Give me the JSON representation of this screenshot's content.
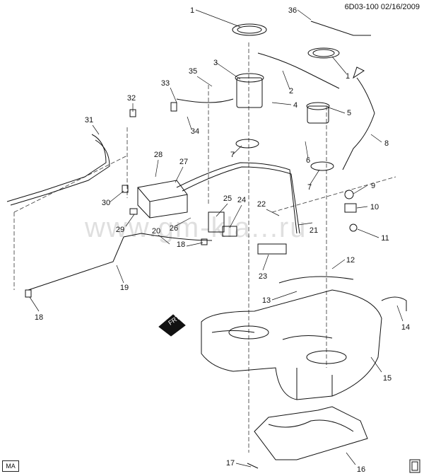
{
  "header": {
    "ref": "6D03-100 02/16/2009"
  },
  "badge": "MA",
  "watermark": "www.gm-kla...ru",
  "front_label": "FRT",
  "labels": [
    "1",
    "2",
    "3",
    "4",
    "5",
    "6",
    "7",
    "8",
    "9",
    "10",
    "11",
    "12",
    "13",
    "14",
    "15",
    "16",
    "17",
    "18",
    "19",
    "20",
    "21",
    "22",
    "23",
    "24",
    "25",
    "26",
    "27",
    "28",
    "29",
    "30",
    "31",
    "32",
    "33",
    "34",
    "35",
    "36"
  ]
}
